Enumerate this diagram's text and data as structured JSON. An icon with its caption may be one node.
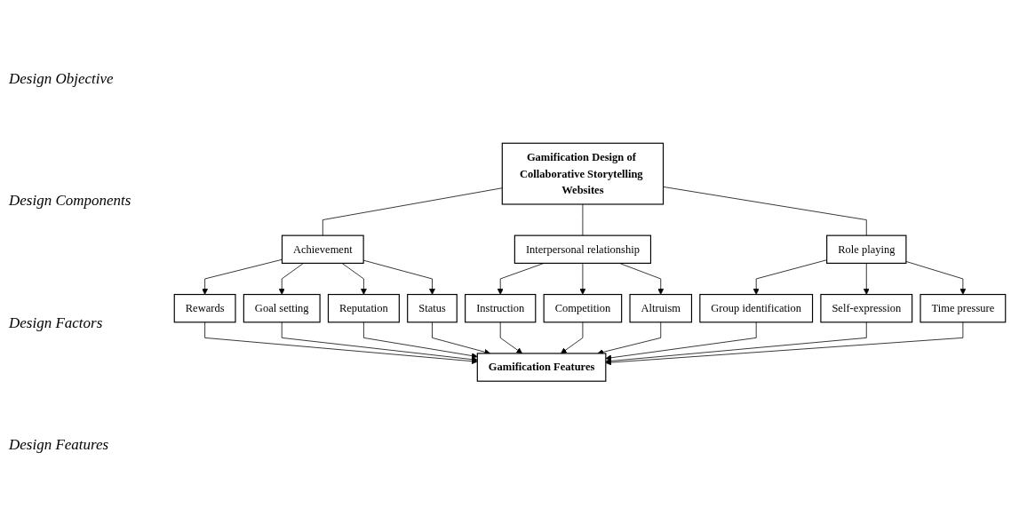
{
  "diagram": {
    "nodes": [
      {
        "text": [
          "Gamification Design of Collaborative Storytelling Websites"
        ]
      },
      {
        "text": [
          "Achievement"
        ]
      },
      {
        "text": [
          "Interpersonal relationship"
        ]
      },
      {
        "text": [
          "Role playing"
        ]
      },
      {
        "text": [
          "Rewards"
        ]
      },
      {
        "text": [
          "Goal setting"
        ]
      },
      {
        "text": [
          "Reputation"
        ]
      },
      {
        "text": [
          "Status"
        ]
      },
      {
        "text": [
          "Instruction"
        ]
      },
      {
        "text": [
          "Competition"
        ]
      },
      {
        "text": [
          "Altruism"
        ]
      },
      {
        "text": [
          "Group identification"
        ]
      },
      {
        "text": [
          "Self-expression"
        ]
      },
      {
        "text": [
          "Time pressure"
        ]
      },
      {
        "text": [
          "Gamification Features"
        ]
      }
    ],
    "edges": [
      {
        "from": 0,
        "to": 1,
        "arrow": "none"
      },
      {
        "from": 0,
        "to": 2,
        "arrow": "none"
      },
      {
        "from": 0,
        "to": 3,
        "arrow": "none"
      },
      {
        "from": 1,
        "to": 4,
        "arrow": "to"
      },
      {
        "from": 1,
        "to": 5,
        "arrow": "to"
      },
      {
        "from": 1,
        "to": 6,
        "arrow": "to"
      },
      {
        "from": 1,
        "to": 7,
        "arrow": "to"
      },
      {
        "from": 2,
        "to": 8,
        "arrow": "to"
      },
      {
        "from": 2,
        "to": 9,
        "arrow": "to"
      },
      {
        "from": 2,
        "to": 10,
        "arrow": "to"
      },
      {
        "from": 3,
        "to": 11,
        "arrow": "to"
      },
      {
        "from": 3,
        "to": 12,
        "arrow": "to"
      },
      {
        "from": 3,
        "to": 13,
        "arrow": "to"
      },
      {
        "from": 4,
        "to": 14,
        "arrow": "to"
      },
      {
        "from": 5,
        "to": 14,
        "arrow": "to"
      },
      {
        "from": 6,
        "to": 14,
        "arrow": "to"
      },
      {
        "from": 7,
        "to": 14,
        "arrow": "to"
      },
      {
        "from": 8,
        "to": 14,
        "arrow": "to"
      },
      {
        "from": 9,
        "to": 14,
        "arrow": "to"
      },
      {
        "from": 10,
        "to": 14,
        "arrow": "to"
      },
      {
        "from": 11,
        "to": 14,
        "arrow": "to"
      },
      {
        "from": 12,
        "to": 14,
        "arrow": "to"
      },
      {
        "from": 13,
        "to": 14,
        "arrow": "to"
      }
    ],
    "labels": [
      "Design Objective",
      "Design Components",
      "Design Factors",
      "Design Features"
    ]
  }
}
